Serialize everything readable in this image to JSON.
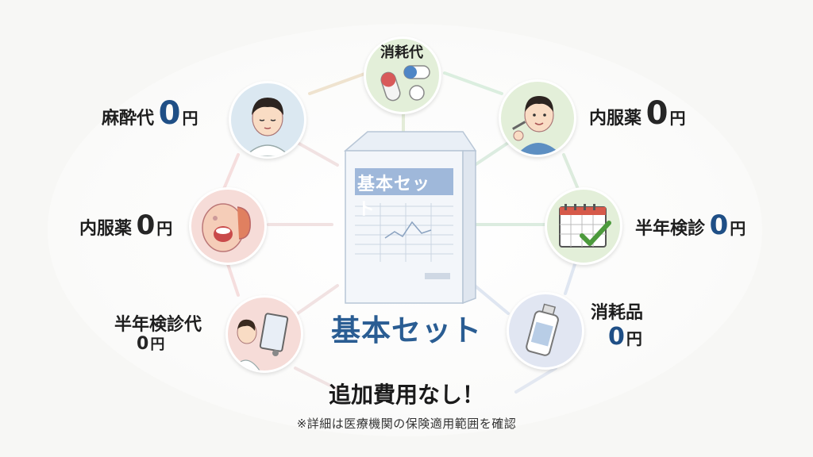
{
  "center": {
    "package_label": "基本セット",
    "title": "基本セット"
  },
  "headline": "追加費用なし！",
  "footnote": "※詳細は医療機関の保険適用範囲を確認",
  "items": [
    {
      "id": "top",
      "label": "消耗代",
      "icon": "pills-icon"
    },
    {
      "id": "upper-left",
      "label": "麻酔代",
      "value": "0",
      "unit": "円",
      "icon": "patient-face-icon"
    },
    {
      "id": "upper-right",
      "label": "内服薬",
      "value": "0",
      "unit": "円",
      "icon": "doctor-pen-icon"
    },
    {
      "id": "mid-left",
      "label": "内服薬",
      "value": "0",
      "unit": "円",
      "icon": "mouth-exam-icon"
    },
    {
      "id": "mid-right",
      "label": "半年検診",
      "value": "0",
      "unit": "円",
      "icon": "calendar-check-icon"
    },
    {
      "id": "lower-left",
      "label": "半年検診代",
      "value": "0",
      "unit": "円",
      "icon": "tablet-care-icon"
    },
    {
      "id": "lower-right",
      "label": "消耗品",
      "value": "0",
      "unit": "円",
      "icon": "bottle-icon"
    }
  ],
  "colors": {
    "accent_blue": "#1f4f86",
    "title_blue": "#2a5d93",
    "node_green": "#e3efd9",
    "node_blue": "#dbe8f1",
    "node_pink": "#f6dcd8",
    "node_lavender": "#e1e6f2"
  }
}
